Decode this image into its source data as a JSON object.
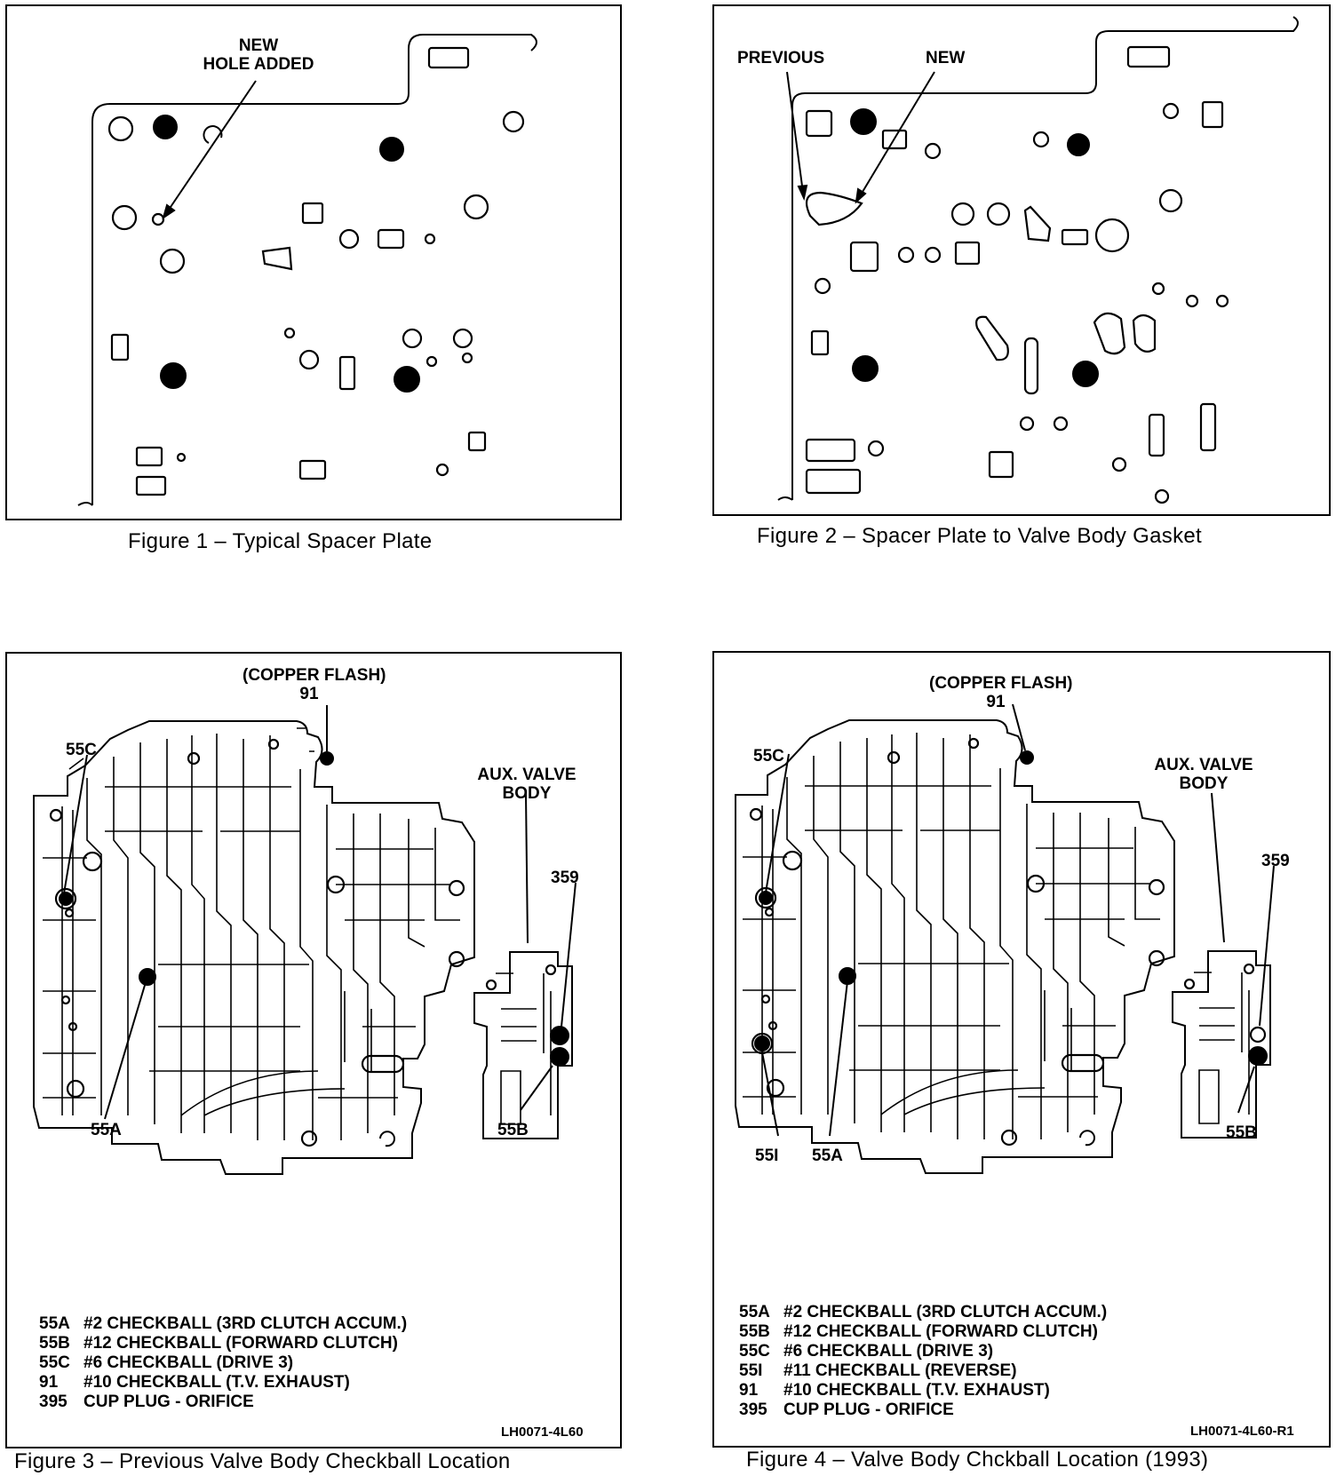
{
  "figure1": {
    "caption": "Figure 1 – Typical Spacer Plate",
    "callout": [
      "NEW",
      "HOLE ADDED"
    ]
  },
  "figure2": {
    "caption": "Figure 2 – Spacer Plate to Valve Body Gasket",
    "callout_previous": "PREVIOUS",
    "callout_new": "NEW"
  },
  "figure3": {
    "caption": "Figure 3 – Previous Valve Body Checkball Location",
    "copper_flash": [
      "(COPPER FLASH)",
      "91"
    ],
    "aux_valve_body": [
      "AUX. VALVE",
      "BODY"
    ],
    "labels": {
      "c55c": "55C",
      "c55a": "55A",
      "c55b": "55B",
      "c359": "359"
    },
    "legend": [
      {
        "code": "55A",
        "text": "#2 CHECKBALL (3RD CLUTCH ACCUM.)"
      },
      {
        "code": "55B",
        "text": "#12 CHECKBALL (FORWARD CLUTCH)"
      },
      {
        "code": "55C",
        "text": "#6 CHECKBALL (DRIVE 3)"
      },
      {
        "code": "91",
        "text": "#10 CHECKBALL (T.V. EXHAUST)"
      },
      {
        "code": "395",
        "text": "CUP PLUG - ORIFICE"
      }
    ],
    "part_number": "LH0071-4L60"
  },
  "figure4": {
    "caption": "Figure 4 – Valve Body Chckball Location (1993)",
    "copper_flash": [
      "(COPPER FLASH)",
      "91"
    ],
    "aux_valve_body": [
      "AUX. VALVE",
      "BODY"
    ],
    "labels": {
      "c55c": "55C",
      "c55i": "55I",
      "c55a": "55A",
      "c55b": "55B",
      "c359": "359"
    },
    "legend": [
      {
        "code": "55A",
        "text": "#2 CHECKBALL (3RD CLUTCH ACCUM.)"
      },
      {
        "code": "55B",
        "text": "#12 CHECKBALL (FORWARD CLUTCH)"
      },
      {
        "code": "55C",
        "text": "#6 CHECKBALL (DRIVE 3)"
      },
      {
        "code": "55I",
        "text": "#11 CHECKBALL (REVERSE)"
      },
      {
        "code": "91",
        "text": "#10 CHECKBALL (T.V. EXHAUST)"
      },
      {
        "code": "395",
        "text": "CUP PLUG - ORIFICE"
      }
    ],
    "part_number": "LH0071-4L60-R1"
  }
}
